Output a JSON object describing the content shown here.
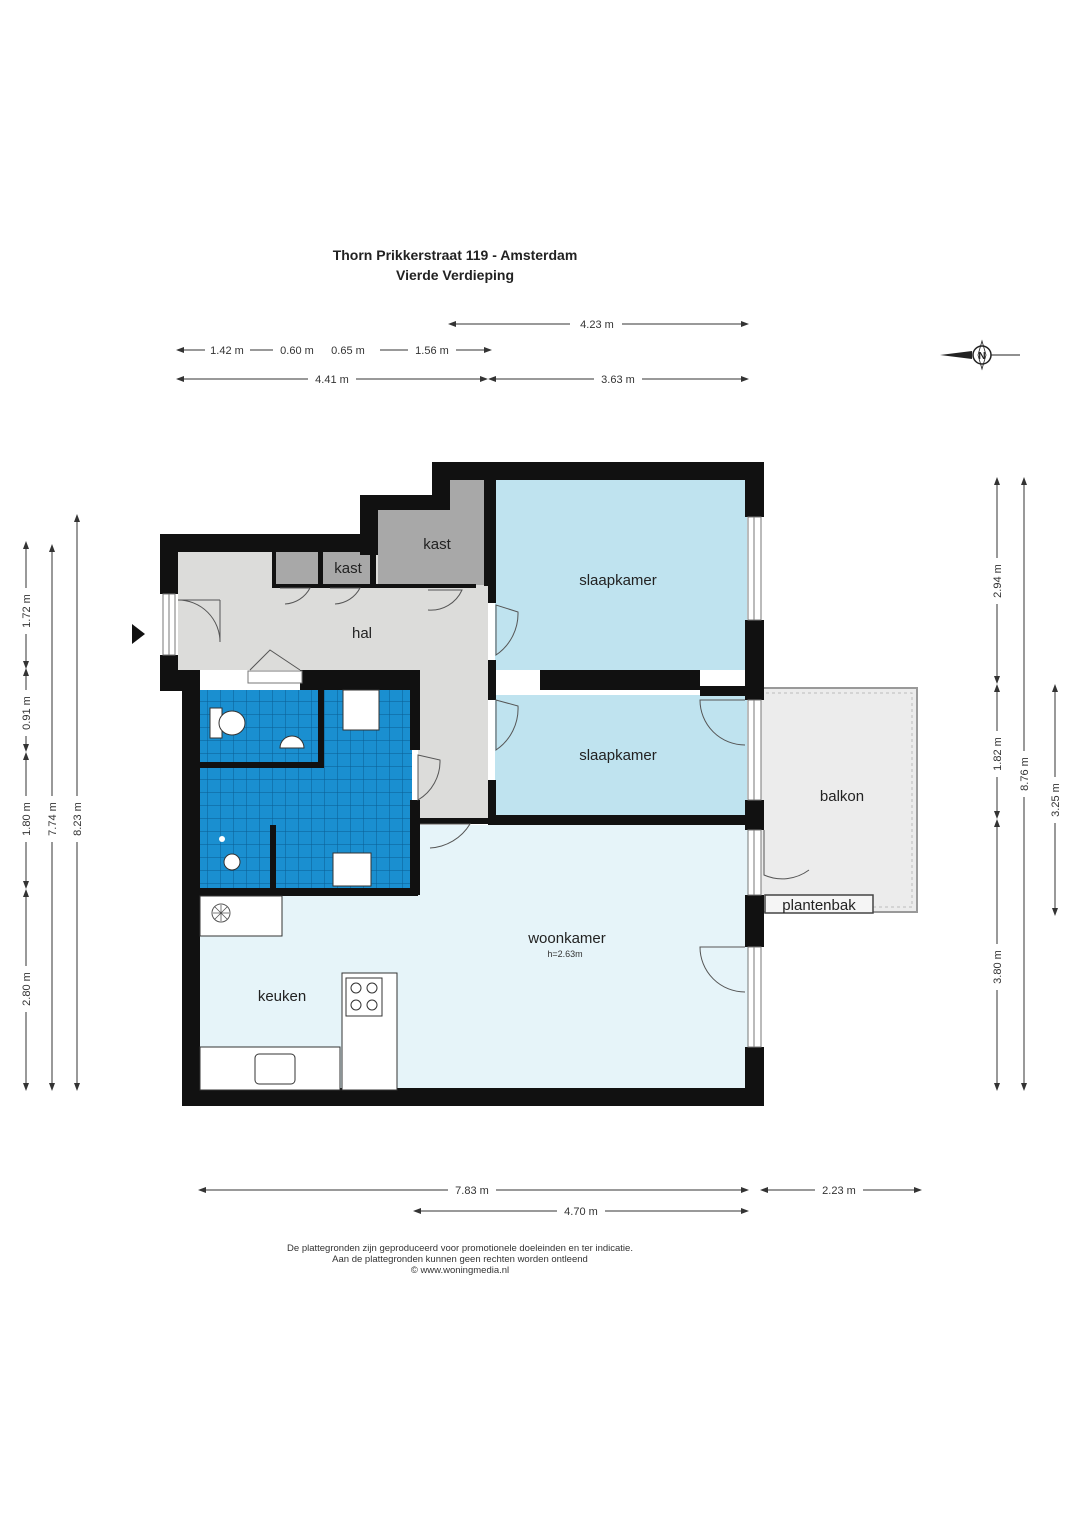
{
  "header": {
    "title": "Thorn Prikkerstraat 119 - Amsterdam",
    "subtitle": "Vierde Verdieping"
  },
  "rooms": {
    "hal": "hal",
    "kast": "kast",
    "slaapkamer": "slaapkamer",
    "balkon": "balkon",
    "plantenbak": "plantenbak",
    "woonkamer": "woonkamer",
    "height": "h=2.63m",
    "keuken": "keuken"
  },
  "dimensions": {
    "top_4_23": "4.23 m",
    "top_1_42": "1.42 m",
    "top_0_60": "0.60 m",
    "top_0_65": "0.65 m",
    "top_1_56": "1.56 m",
    "top_4_41": "4.41 m",
    "top_3_63": "3.63 m",
    "left_1_72": "1.72 m",
    "left_0_91": "0.91 m",
    "left_1_80": "1.80 m",
    "left_2_80": "2.80 m",
    "left_7_74": "7.74 m",
    "left_8_23": "8.23 m",
    "right_2_94": "2.94 m",
    "right_1_82": "1.82 m",
    "right_3_80": "3.80 m",
    "right_8_76": "8.76 m",
    "right_3_25": "3.25 m",
    "bottom_7_83": "7.83 m",
    "bottom_2_23": "2.23 m",
    "bottom_4_70": "4.70 m"
  },
  "compass": {
    "label": "N",
    "icon": "compass-icon"
  },
  "colors": {
    "wall": "#111111",
    "hall": "#dcdcda",
    "closet": "#a8a8a8",
    "bedroom": "#bfe3ef",
    "living": "#e6f4f9",
    "bathroom": "#1a8fd0",
    "balcony": "#ececec"
  },
  "footer": {
    "line1": "De plattegronden zijn geproduceerd voor promotionele doeleinden en ter indicatie.",
    "line2": "Aan de plattegronden kunnen geen rechten worden ontleend",
    "line3": "© www.woningmedia.nl"
  }
}
